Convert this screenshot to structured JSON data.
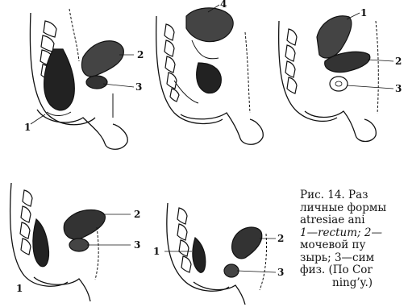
{
  "figure": {
    "panels": [
      {
        "id": "panel-1",
        "labels": [
          "1",
          "2",
          "3"
        ]
      },
      {
        "id": "panel-2",
        "labels": [
          "4"
        ]
      },
      {
        "id": "panel-3",
        "labels": [
          "1",
          "2",
          "3"
        ]
      },
      {
        "id": "panel-4",
        "labels": [
          "2",
          "3",
          "1"
        ]
      },
      {
        "id": "panel-5",
        "labels": [
          "1",
          "2",
          "3"
        ]
      }
    ]
  },
  "caption": {
    "lines": [
      "Рис. 14. Раз",
      "личные формы",
      "atresiae  ani",
      "1—rectum; 2—",
      "мочевой  пу",
      "зырь; 3—сим",
      "физ. (По Cor",
      "ning’y.)"
    ]
  }
}
